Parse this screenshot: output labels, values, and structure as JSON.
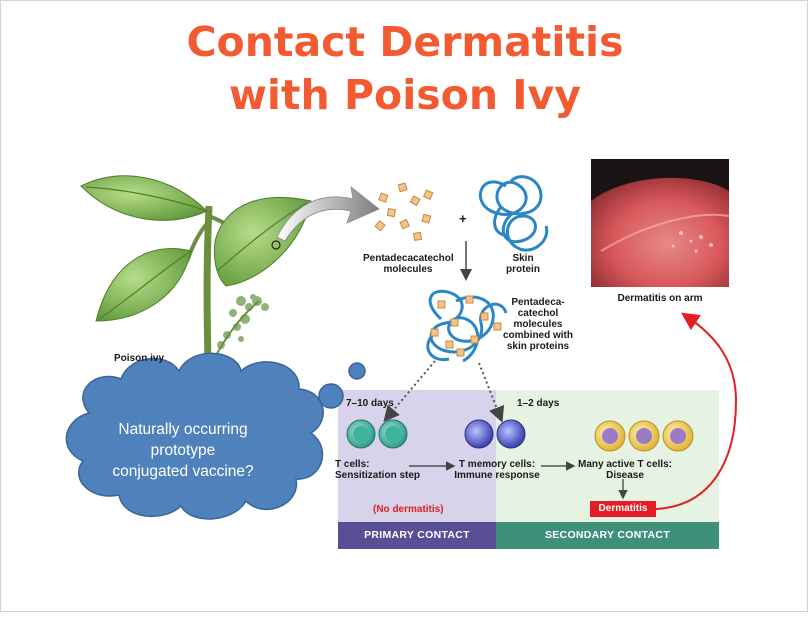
{
  "slide": {
    "title_line1": "Contact Dermatitis",
    "title_line2": "with Poison Ivy"
  },
  "diagram": {
    "poison_ivy_label": "Poison ivy",
    "molecules_label": [
      "Pentadecacatechol",
      "molecules"
    ],
    "plus_sign": "+",
    "skin_protein_label": [
      "Skin",
      "protein"
    ],
    "combined_label": [
      "Pentadeca-",
      "catechol",
      "molecules",
      "combined with",
      "skin proteins"
    ],
    "photo_caption": "Dermatitis on arm",
    "primary_days": "7–10 days",
    "secondary_days": "1–2 days",
    "tcells_label": [
      "T cells:",
      "Sensitization step"
    ],
    "memory_label": [
      "T memory cells:",
      "Immune response"
    ],
    "active_label": [
      "Many active T cells:",
      "Disease"
    ],
    "no_dermatitis": "(No dermatitis)",
    "dermatitis_box": "Dermatitis",
    "primary_contact": "PRIMARY CONTACT",
    "secondary_contact": "SECONDARY CONTACT"
  },
  "callout": {
    "text_lines": [
      "Naturally occurring",
      "prototype",
      "conjugated vaccine?"
    ]
  },
  "colors": {
    "title": "#f25a32",
    "cloud_fill": "#4f81bd",
    "primary_bar": "#5a4e96",
    "secondary_bar": "#3e9178",
    "dermatitis_red": "#e31e24"
  }
}
